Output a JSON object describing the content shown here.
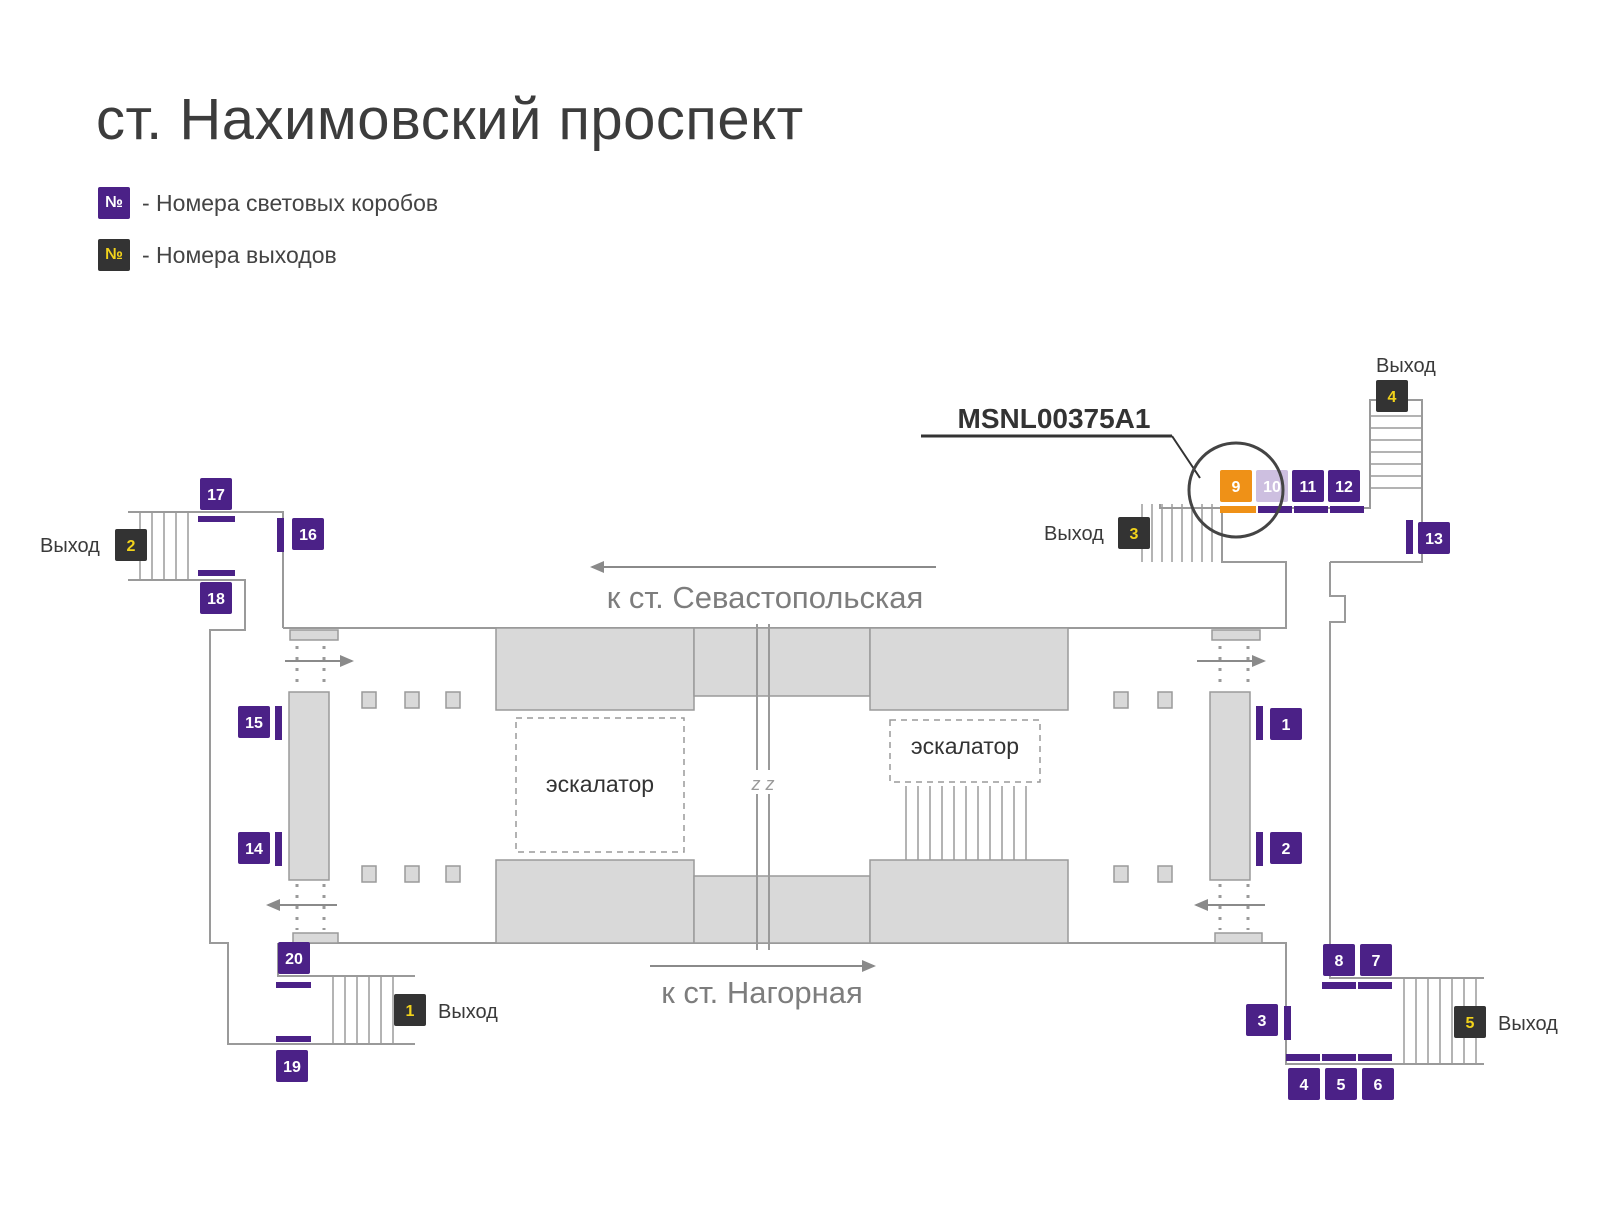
{
  "title": "ст. Нахимовский проспект",
  "legend": {
    "lightbox": {
      "symbol": "№",
      "text": "- Номера световых коробов"
    },
    "exit": {
      "symbol": "№",
      "text": "- Номера выходов"
    }
  },
  "colors": {
    "lightbox": "#4b2187",
    "exit": "#333333",
    "exit_number": "#f2d31b",
    "highlight": "#ef9117",
    "faded": "#cdbfe0",
    "wall": "#9a9a9a",
    "block": "#d9d9d9"
  },
  "highlight_code": "MSNL00375A1",
  "directions": {
    "top": "к ст. Севастопольская",
    "bottom": "к ст. Нагорная"
  },
  "escalator_label": "эскалатор",
  "exit_word": "Выход",
  "exits": [
    "1",
    "2",
    "3",
    "4",
    "5"
  ],
  "lightboxes": [
    "1",
    "2",
    "3",
    "4",
    "5",
    "6",
    "7",
    "8",
    "9",
    "10",
    "11",
    "12",
    "13",
    "14",
    "15",
    "16",
    "17",
    "18",
    "19",
    "20"
  ],
  "highlighted_box": "9",
  "faded_box": "10"
}
